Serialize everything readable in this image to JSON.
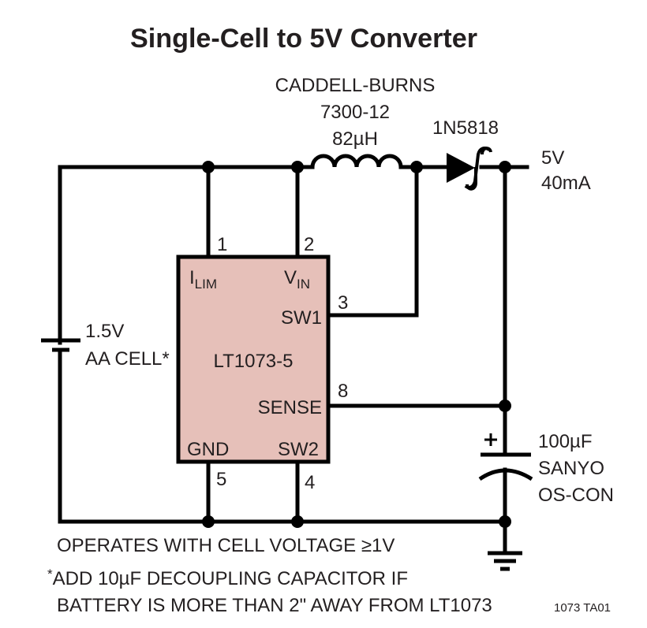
{
  "title": "Single-Cell to 5V Converter",
  "inductor": {
    "manufacturer": "CADDELL-BURNS",
    "part": "7300-12",
    "value": "82µH"
  },
  "diode": {
    "part": "1N5818"
  },
  "output": {
    "voltage": "5V",
    "current": "40mA"
  },
  "battery": {
    "voltage": "1.5V",
    "type": "AA CELL*"
  },
  "ic": {
    "part": "LT1073-5",
    "body_color": "#e6c0b9",
    "pins": {
      "ilim": {
        "name_main": "I",
        "name_sub": "LIM",
        "number": "1"
      },
      "vin": {
        "name_main": "V",
        "name_sub": "IN",
        "number": "2"
      },
      "sw1": {
        "name": "SW1",
        "number": "3"
      },
      "sense": {
        "name": "SENSE",
        "number": "8"
      },
      "gnd": {
        "name": "GND",
        "number": "5"
      },
      "sw2": {
        "name": "SW2",
        "number": "4"
      }
    }
  },
  "capacitor": {
    "polarity": "+",
    "value": "100µF",
    "manufacturer": "SANYO",
    "type": "OS-CON"
  },
  "notes": {
    "line1": "OPERATES WITH CELL VOLTAGE ≥1V",
    "footnote_mark": "*",
    "line2": "ADD 10µF DECOUPLING CAPACITOR IF",
    "line3": "BATTERY IS MORE THAN 2\" AWAY FROM LT1073"
  },
  "figure_id": "1073 TA01"
}
